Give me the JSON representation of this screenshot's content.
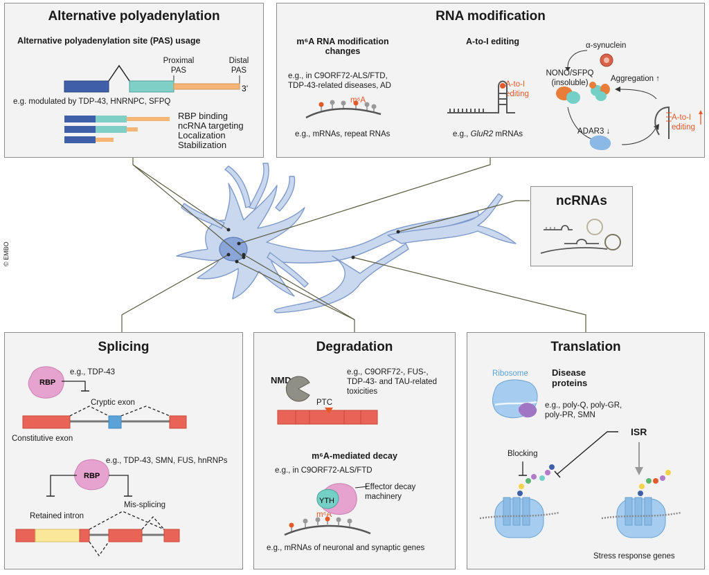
{
  "copyright": "© EMBO",
  "apa": {
    "title": "Alternative polyadenylation",
    "subtitle": "Alternative polyadenylation site (PAS) usage",
    "proximal": "Proximal PAS",
    "proximal_l1": "Proximal",
    "proximal_l2": "PAS",
    "distal_l1": "Distal",
    "distal_l2": "PAS",
    "three_prime": "3’",
    "modulated": "e.g. modulated by TDP-43, HNRNPC, SFPQ",
    "functions": [
      "RBP binding",
      "ncRNA targeting",
      "Localization",
      "Stabilization"
    ]
  },
  "rnamod": {
    "title": "RNA modification",
    "m6a_title_l1": "m⁶A RNA modification",
    "m6a_title_l2": "changes",
    "m6a_eg_l1": "e.g., in C9ORF72-ALS/FTD,",
    "m6a_eg_l2": "TDP-43-related diseases, AD",
    "m6a_label": "m⁶A",
    "m6a_eg2": "e.g., mRNAs, repeat RNAs",
    "atoi_title": "A-to-I editing",
    "atoi_label_l1": "A-to-I",
    "atoi_label_l2": "editing",
    "atoi_eg_prefix": "e.g., ",
    "atoi_eg_gene": "GluR2",
    "atoi_eg_suffix": " mRNAs",
    "synuclein": "α-synuclein",
    "nono_l1": "NONO/SFPQ",
    "nono_l2": "(insoluble)",
    "aggregation": "Aggregation",
    "adar": "ADAR3",
    "atoi2_l1": "A-to-I",
    "atoi2_l2": "editing"
  },
  "ncrna": {
    "title": "ncRNAs"
  },
  "splicing": {
    "title": "Splicing",
    "rbp": "RBP",
    "eg1": "e.g., TDP-43",
    "cryptic": "Cryptic exon",
    "constitutive": "Constitutive exon",
    "eg2": "e.g., TDP-43, SMN, FUS, hnRNPs",
    "retained": "Retained intron",
    "missplicing": "Mis-splicing"
  },
  "degradation": {
    "title": "Degradation",
    "nmd": "NMD",
    "nmd_eg_l1": "e.g., C9ORF72-, FUS-,",
    "nmd_eg_l2": "TDP-43- and TAU-related",
    "nmd_eg_l3": "toxicities",
    "ptc": "PTC",
    "m6a_decay": "m⁶A-mediated decay",
    "m6a_decay_eg": "e.g., in C9ORF72-ALS/FTD",
    "effector_l1": "Effector decay",
    "effector_l2": "machinery",
    "yth": "YTH",
    "m6a": "m⁶A",
    "genes_eg": "e.g., mRNAs of neuronal and synaptic genes"
  },
  "translation": {
    "title": "Translation",
    "ribosome": "Ribosome",
    "disease_l1": "Disease",
    "disease_l2": "proteins",
    "eg_l1": "e.g., poly-Q, poly-GR,",
    "eg_l2": "poly-PR, SMN",
    "isr": "ISR",
    "blocking": "Blocking",
    "stress": "Stress response genes"
  },
  "colors": {
    "dark_blue": "#3f5fa8",
    "teal": "#7fcfc7",
    "orange": "#f5b576",
    "exon_red": "#e86456",
    "neuron": "#c9d8ef",
    "rbp_pink": "#e7a3cf",
    "accent": "#e4582a"
  }
}
